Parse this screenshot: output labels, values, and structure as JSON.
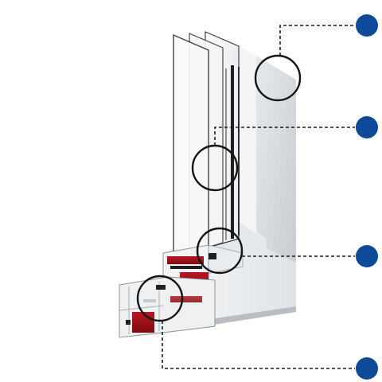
{
  "diagram": {
    "subject": "window-frame-cross-section-icon",
    "colors": {
      "background": "#ffffff",
      "pvc_white": "#eef0f2",
      "pvc_shade": "#d4d8dc",
      "pvc_dark_shade": "#b9bec3",
      "reinforcement_red": "#a3141c",
      "reinforcement_dark": "#6e0b10",
      "glass_edge": "#3a3e42",
      "glass_pane": "#f4f6f8",
      "seal_black": "#1e1f21",
      "leader_line": "#1b1b1b",
      "marker_fill": "#0d4b99",
      "lens_ring": "#141414"
    }
  },
  "callouts": [
    {
      "id": "callout-1",
      "icon": "blue-dot-marker"
    },
    {
      "id": "callout-2",
      "icon": "blue-dot-marker"
    },
    {
      "id": "callout-3",
      "icon": "blue-dot-marker"
    },
    {
      "id": "callout-4",
      "icon": "blue-dot-marker"
    }
  ]
}
